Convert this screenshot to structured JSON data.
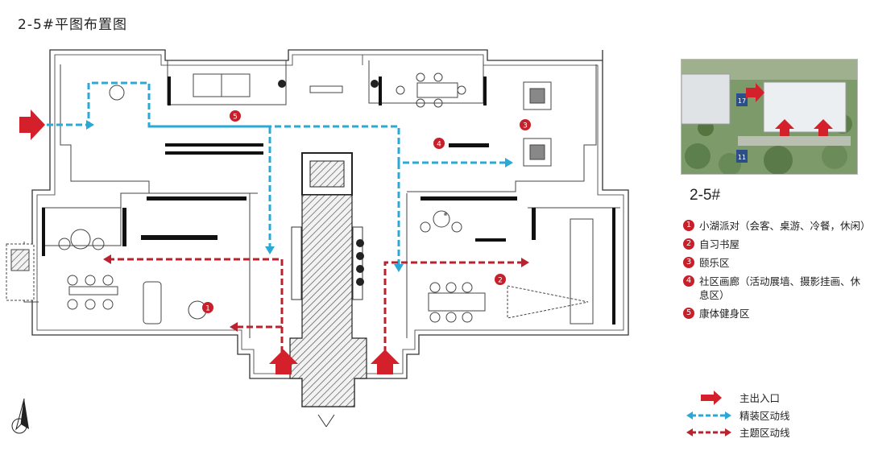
{
  "title": "2-5#平图布置图",
  "building_name": "2-5#",
  "legend_zones": [
    {
      "num": "1",
      "text": "小湖派对（会客、桌游、冷餐，休闲）"
    },
    {
      "num": "2",
      "text": "自习书屋"
    },
    {
      "num": "3",
      "text": "颐乐区"
    },
    {
      "num": "4",
      "text": "社区画廊（活动展墙、摄影挂画、休息区）"
    },
    {
      "num": "5",
      "text": "康体健身区"
    }
  ],
  "legend_keys": {
    "entrance": "主出入口",
    "fine_route": "精装区动线",
    "theme_route": "主题区动线"
  },
  "plan_markers": [
    "1",
    "2",
    "3",
    "4",
    "5"
  ],
  "site_labels": [
    "17",
    "11"
  ],
  "colors": {
    "entrance_red": "#d3202a",
    "fine_route_blue": "#2ba9d6",
    "theme_route_red": "#b8232f",
    "marker_red": "#c8202a"
  }
}
